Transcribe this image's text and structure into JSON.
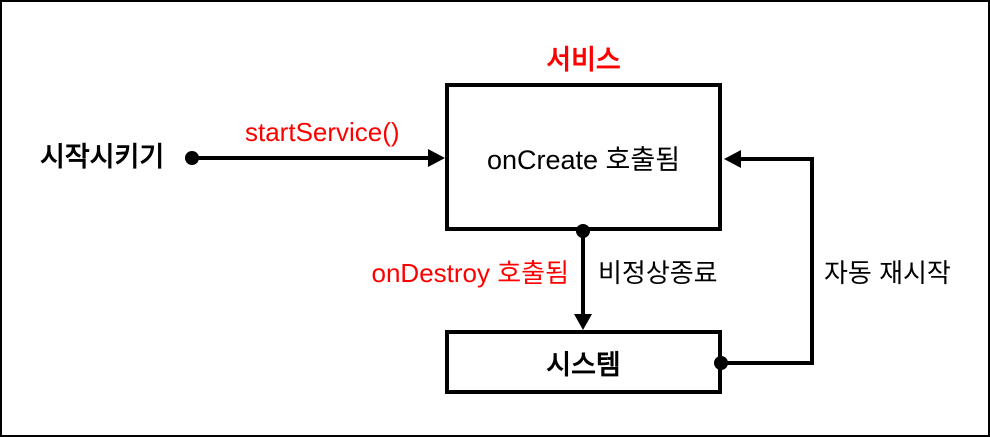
{
  "diagram": {
    "title": "서비스",
    "start_label": "시작시키기",
    "start_call_label": "startService()",
    "service_state_label": "onCreate 호출됨",
    "destroy_label": "onDestroy 호출됨",
    "abnormal_exit_label": "비정상종료",
    "system_label": "시스템",
    "auto_restart_label": "자동 재시작",
    "colors": {
      "accent_red": "#ff0000",
      "line_black": "#000000",
      "background": "#ffffff"
    }
  }
}
